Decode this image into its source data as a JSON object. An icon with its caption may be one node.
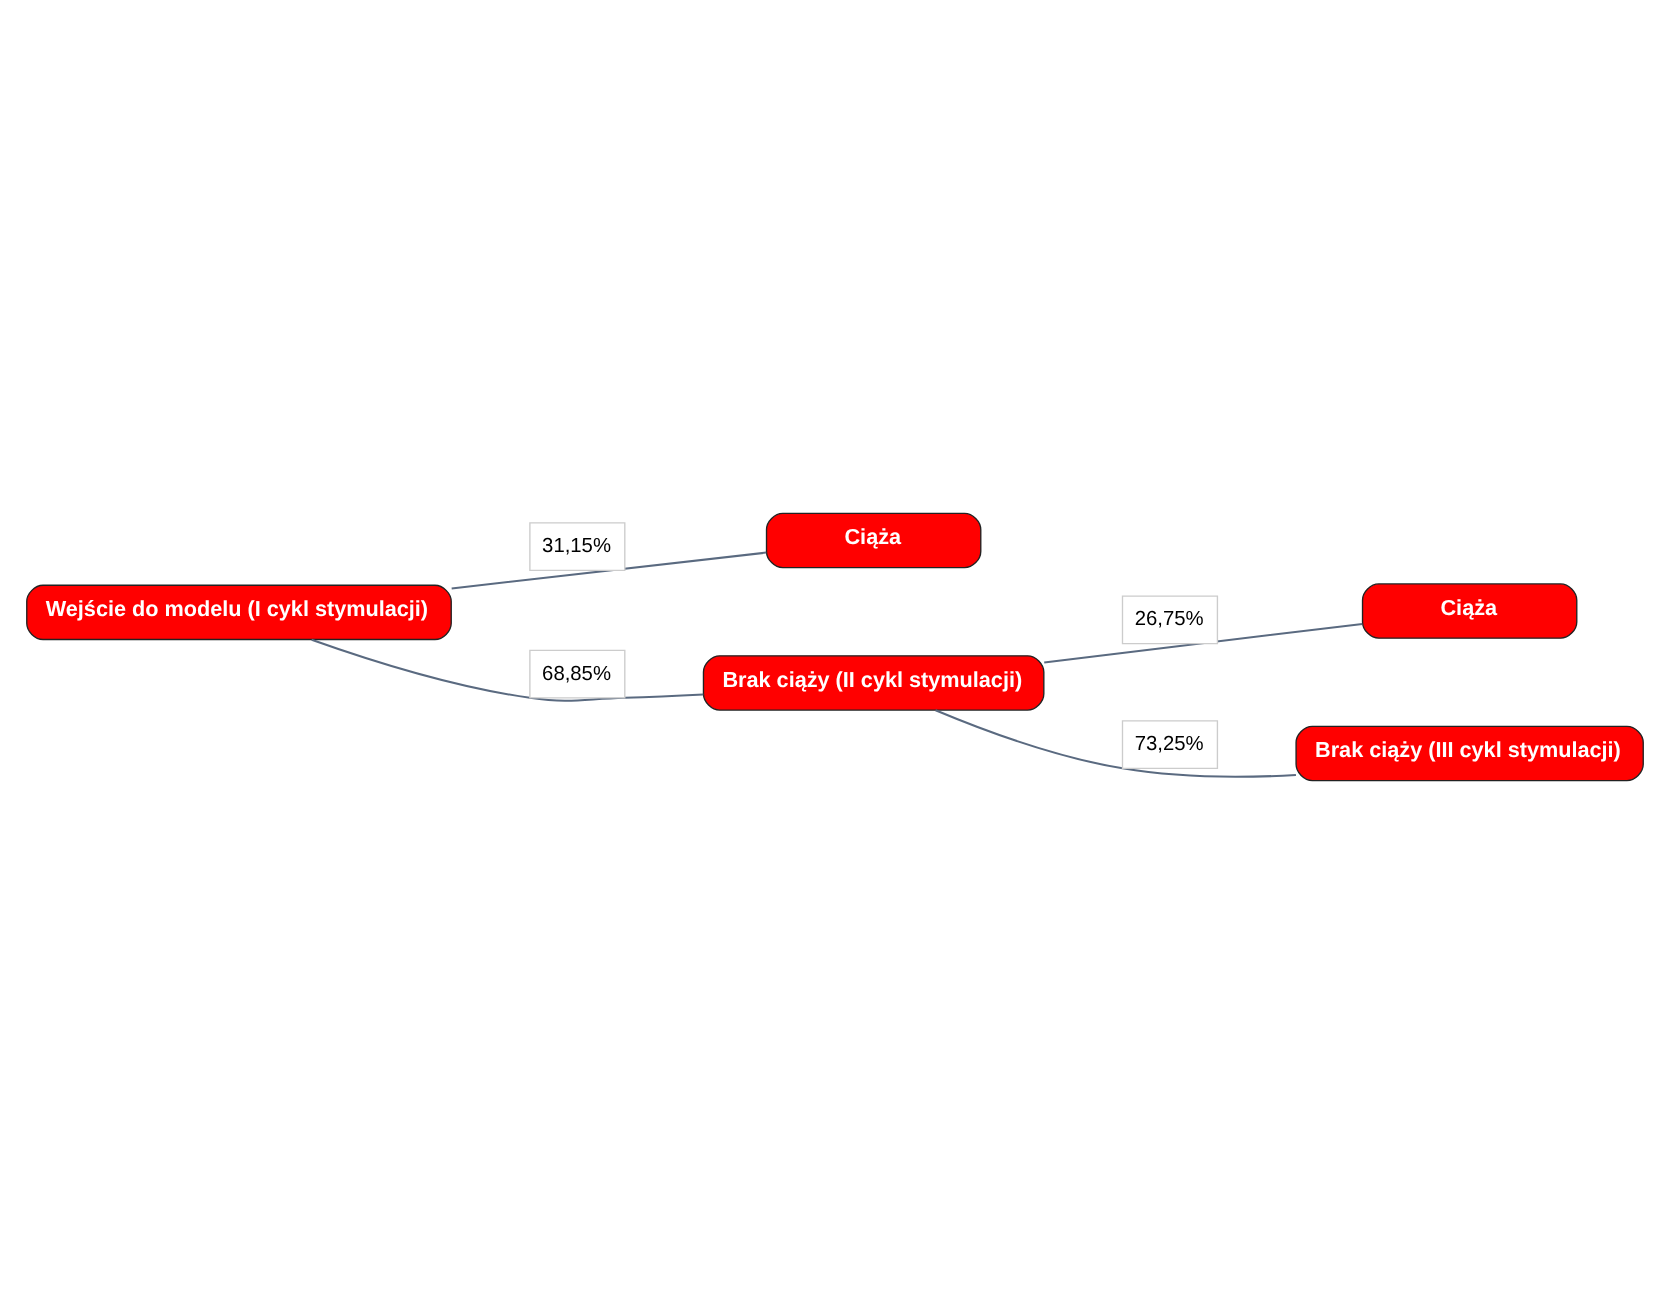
{
  "diagram": {
    "nodes": [
      {
        "text": [
          "Wejście do modelu (I cykl stymulacji)"
        ]
      },
      {
        "text": [
          "Ciąża"
        ]
      },
      {
        "text": [
          "Brak ciąży (II cykl stymulacji)"
        ]
      },
      {
        "text": [
          "Ciąża"
        ]
      },
      {
        "text": [
          "Brak ciąży (III cykl stymulacji)"
        ]
      }
    ],
    "edges": [
      {
        "from": 0,
        "to": 1,
        "arrow": "none",
        "label": "31,15%"
      },
      {
        "from": 0,
        "to": 2,
        "arrow": "none",
        "label": "68,85%"
      },
      {
        "from": 2,
        "to": 3,
        "arrow": "none",
        "label": "26,75%"
      },
      {
        "from": 2,
        "to": 4,
        "arrow": "none",
        "label": "73,25%"
      }
    ]
  }
}
